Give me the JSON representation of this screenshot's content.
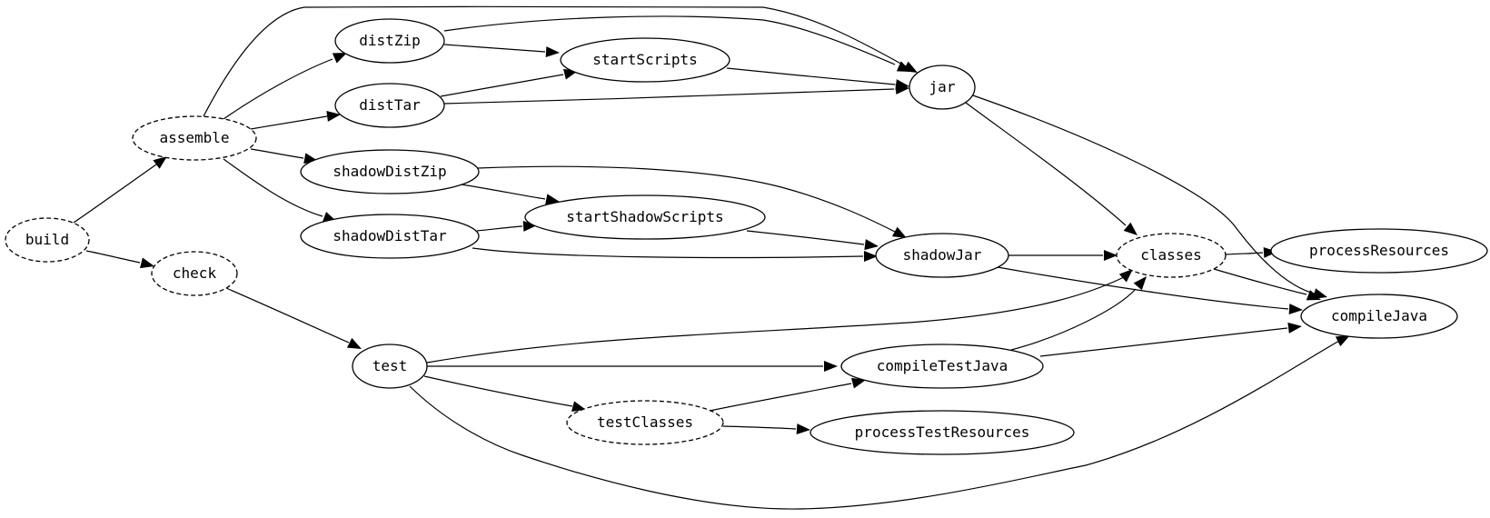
{
  "diagram": {
    "type": "task-dependency-graph",
    "nodes": [
      {
        "id": "build",
        "label": "build",
        "style": "dashed"
      },
      {
        "id": "assemble",
        "label": "assemble",
        "style": "dashed"
      },
      {
        "id": "check",
        "label": "check",
        "style": "dashed"
      },
      {
        "id": "distZip",
        "label": "distZip",
        "style": "solid"
      },
      {
        "id": "distTar",
        "label": "distTar",
        "style": "solid"
      },
      {
        "id": "shadowDistZip",
        "label": "shadowDistZip",
        "style": "solid"
      },
      {
        "id": "shadowDistTar",
        "label": "shadowDistTar",
        "style": "solid"
      },
      {
        "id": "startScripts",
        "label": "startScripts",
        "style": "solid"
      },
      {
        "id": "startShadowScripts",
        "label": "startShadowScripts",
        "style": "solid"
      },
      {
        "id": "jar",
        "label": "jar",
        "style": "solid"
      },
      {
        "id": "shadowJar",
        "label": "shadowJar",
        "style": "solid"
      },
      {
        "id": "classes",
        "label": "classes",
        "style": "dashed"
      },
      {
        "id": "processResources",
        "label": "processResources",
        "style": "solid"
      },
      {
        "id": "compileJava",
        "label": "compileJava",
        "style": "solid"
      },
      {
        "id": "test",
        "label": "test",
        "style": "solid"
      },
      {
        "id": "compileTestJava",
        "label": "compileTestJava",
        "style": "solid"
      },
      {
        "id": "testClasses",
        "label": "testClasses",
        "style": "dashed"
      },
      {
        "id": "processTestResources",
        "label": "processTestResources",
        "style": "solid"
      }
    ],
    "edges": [
      {
        "from": "build",
        "to": "assemble"
      },
      {
        "from": "build",
        "to": "check"
      },
      {
        "from": "assemble",
        "to": "distZip"
      },
      {
        "from": "assemble",
        "to": "distTar"
      },
      {
        "from": "assemble",
        "to": "shadowDistZip"
      },
      {
        "from": "assemble",
        "to": "shadowDistTar"
      },
      {
        "from": "assemble",
        "to": "jar"
      },
      {
        "from": "distZip",
        "to": "startScripts"
      },
      {
        "from": "distZip",
        "to": "jar"
      },
      {
        "from": "distTar",
        "to": "startScripts"
      },
      {
        "from": "distTar",
        "to": "jar"
      },
      {
        "from": "startScripts",
        "to": "jar"
      },
      {
        "from": "shadowDistZip",
        "to": "startShadowScripts"
      },
      {
        "from": "shadowDistZip",
        "to": "shadowJar"
      },
      {
        "from": "shadowDistTar",
        "to": "startShadowScripts"
      },
      {
        "from": "shadowDistTar",
        "to": "shadowJar"
      },
      {
        "from": "startShadowScripts",
        "to": "shadowJar"
      },
      {
        "from": "jar",
        "to": "classes"
      },
      {
        "from": "jar",
        "to": "compileJava"
      },
      {
        "from": "shadowJar",
        "to": "classes"
      },
      {
        "from": "shadowJar",
        "to": "compileJava"
      },
      {
        "from": "classes",
        "to": "processResources"
      },
      {
        "from": "classes",
        "to": "compileJava"
      },
      {
        "from": "check",
        "to": "test"
      },
      {
        "from": "test",
        "to": "classes"
      },
      {
        "from": "test",
        "to": "compileTestJava"
      },
      {
        "from": "test",
        "to": "testClasses"
      },
      {
        "from": "test",
        "to": "compileJava"
      },
      {
        "from": "testClasses",
        "to": "compileTestJava"
      },
      {
        "from": "testClasses",
        "to": "processTestResources"
      },
      {
        "from": "compileTestJava",
        "to": "classes"
      },
      {
        "from": "compileTestJava",
        "to": "compileJava"
      }
    ]
  }
}
